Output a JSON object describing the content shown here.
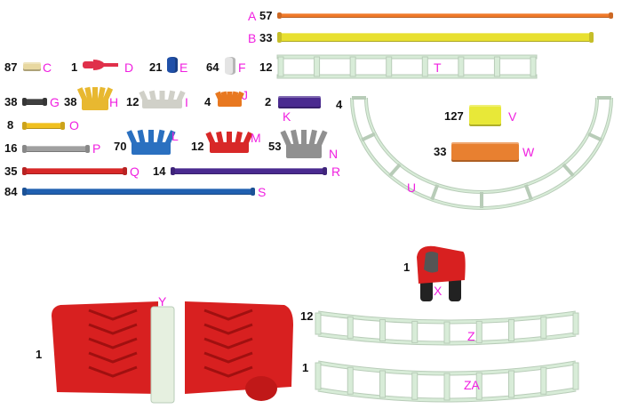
{
  "parts": [
    {
      "id": "A",
      "count": "57",
      "color": "#f07a2a",
      "kind": "rod"
    },
    {
      "id": "B",
      "count": "33",
      "color": "#e8e030",
      "kind": "rod"
    },
    {
      "id": "C",
      "count": "87",
      "color": "#e8d8a0",
      "kind": "small-connector"
    },
    {
      "id": "D",
      "count": "1",
      "color": "#e0304a",
      "kind": "spacer"
    },
    {
      "id": "E",
      "count": "21",
      "color": "#2050a8",
      "kind": "cylinder"
    },
    {
      "id": "F",
      "count": "64",
      "color": "#e4e4e4",
      "kind": "cylinder"
    },
    {
      "id": "T",
      "count": "12",
      "color": "#d8ecd8",
      "kind": "straight-track"
    },
    {
      "id": "G",
      "count": "38",
      "color": "#404040",
      "kind": "rod"
    },
    {
      "id": "H",
      "count": "38",
      "color": "#e8b830",
      "kind": "connector"
    },
    {
      "id": "I",
      "count": "12",
      "color": "#d0d0c8",
      "kind": "connector"
    },
    {
      "id": "J",
      "count": "4",
      "color": "#e87820",
      "kind": "connector"
    },
    {
      "id": "K",
      "count": "2",
      "color": "#4a2a90",
      "kind": "block"
    },
    {
      "id": "U",
      "count": "4",
      "color": "#d8ecd8",
      "kind": "half-circle-track"
    },
    {
      "id": "V",
      "count": "127",
      "color": "#e8e838",
      "kind": "block"
    },
    {
      "id": "W",
      "count": "33",
      "color": "#e88030",
      "kind": "block"
    },
    {
      "id": "O",
      "count": "8",
      "color": "#f0c020",
      "kind": "rod"
    },
    {
      "id": "P",
      "count": "16",
      "color": "#a0a0a0",
      "kind": "rod"
    },
    {
      "id": "L",
      "count": "70",
      "color": "#2a70c0",
      "kind": "connector"
    },
    {
      "id": "M",
      "count": "12",
      "color": "#d82828",
      "kind": "connector"
    },
    {
      "id": "N",
      "count": "53",
      "color": "#909090",
      "kind": "connector"
    },
    {
      "id": "Q",
      "count": "35",
      "color": "#d82828",
      "kind": "rod"
    },
    {
      "id": "R",
      "count": "14",
      "color": "#4a2a90",
      "kind": "rod"
    },
    {
      "id": "S",
      "count": "84",
      "color": "#2060b0",
      "kind": "rod"
    },
    {
      "id": "X",
      "count": "1",
      "color": "#d82020",
      "kind": "car"
    },
    {
      "id": "Y",
      "count": "1",
      "color": "#d82020",
      "kind": "engine-body"
    },
    {
      "id": "Z",
      "count": "12",
      "color": "#d8ecd8",
      "kind": "curved-track"
    },
    {
      "id": "ZA",
      "count": "1",
      "color": "#d8ecd8",
      "kind": "curved-track"
    }
  ]
}
